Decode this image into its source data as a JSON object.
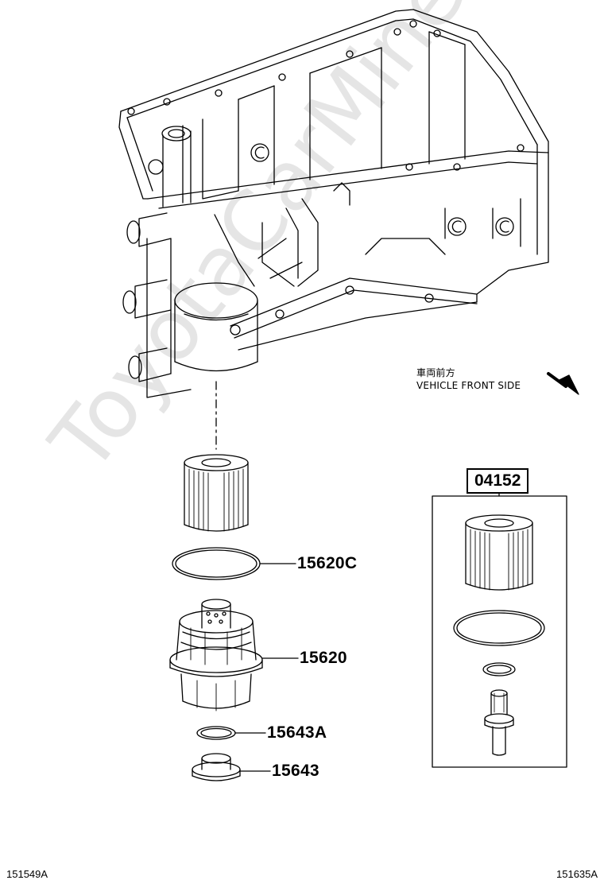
{
  "labels": {
    "gasket": "15620C",
    "cap": "15620",
    "drain_gasket": "15643A",
    "drain_plug": "15643",
    "kit": "04152"
  },
  "direction": {
    "japanese": "車両前方",
    "english": "VEHICLE FRONT SIDE"
  },
  "codes": {
    "left": "151549A",
    "right": "151635A"
  },
  "watermark": "ToyotaCarMine.ru"
}
